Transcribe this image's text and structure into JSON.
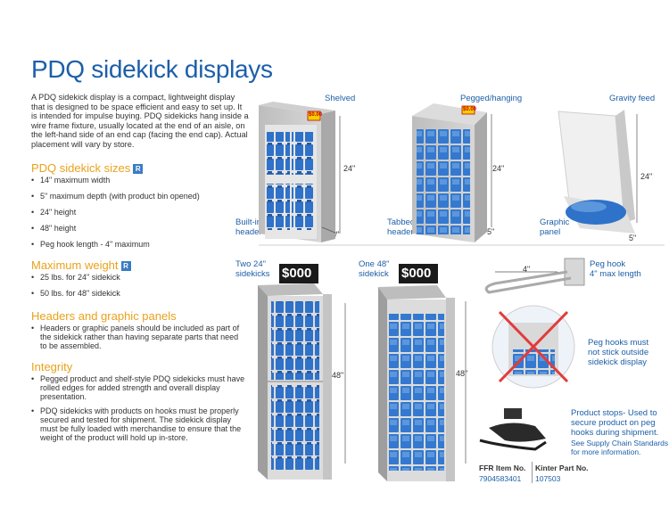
{
  "title": "PDQ sidekick displays",
  "intro": "A PDQ sidekick display is a compact, lightweight display that is designed to be space efficient and easy to set up. It is intended for impulse buying. PDQ sidekicks hang inside a wire frame fixture, usually located at the end of an aisle, on the left-hand side of an end cap (facing the end cap). Actual placement will vary by store.",
  "sizes": {
    "heading": "PDQ sidekick sizes",
    "badge": "R",
    "items": [
      "14\" maximum width",
      "5\" maximum depth (with product bin opened)",
      "24\" height",
      "48\" height",
      "Peg hook length - 4\" maximum"
    ]
  },
  "weight": {
    "heading": "Maximum weight",
    "badge": "R",
    "items": [
      "25 lbs. for 24\" sidekick",
      "50 lbs. for 48\" sidekick"
    ]
  },
  "headers": {
    "heading": "Headers and graphic panels",
    "items": [
      "Headers or graphic panels should be included as part of the sidekick rather than having separate parts that need to be assembled."
    ]
  },
  "integrity": {
    "heading": "Integrity",
    "items": [
      "Pegged product and shelf-style PDQ sidekicks must have rolled edges for added strength and overall display presentation.",
      "PDQ sidekicks with products on hooks must be properly secured and tested for shipment. The sidekick display must be fully loaded with merchandise to ensure that the weight of the product will hold up in-store."
    ]
  },
  "displays": {
    "shelved": "Shelved",
    "pegged": "Pegged/hanging",
    "gravity": "Gravity feed",
    "builtin_header": "Built-in header",
    "tabbed_header": "Tabbed header",
    "graphic_panel": "Graphic panel",
    "two24": "Two 24\" sidekicks",
    "one48": "One 48\" sidekick",
    "price": "$0.00",
    "price_big": "$000"
  },
  "dims": {
    "d24": "24\"",
    "d48": "48\"",
    "d5": "5\"",
    "d4": "4\""
  },
  "peg_hook": {
    "label": "Peg hook",
    "sub": "4\" max length"
  },
  "peg_warning": {
    "line1": "Peg hooks must",
    "line2": "not stick outside",
    "line3": "sidekick display"
  },
  "product_stops": {
    "line1": "Product stops- Used to",
    "line2": "secure product on peg",
    "line3": "hooks during shipment.",
    "line4": "See Supply Chain Standards",
    "line5": "for more information."
  },
  "item_table": {
    "ffr_label": "FFR Item No.",
    "ffr_value": "7904583401",
    "kinter_label": "Kinter Part No.",
    "kinter_value": "107503"
  },
  "colors": {
    "title_blue": "#1d5fa8",
    "heading_orange": "#e8a21c",
    "product_blue": "#2f72c9"
  }
}
